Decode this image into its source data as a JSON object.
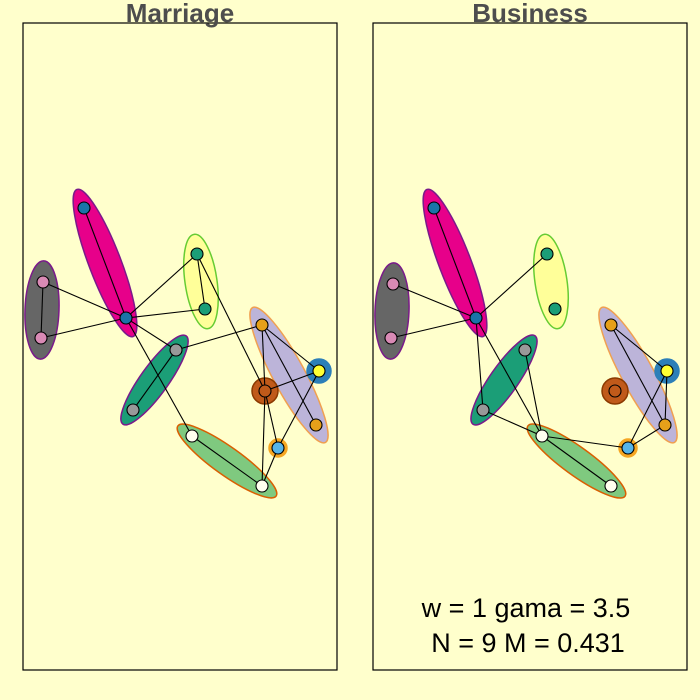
{
  "panels": [
    {
      "title": "Marriage",
      "groups": [
        {
          "name": "group-gray",
          "fill": "#666666",
          "stroke": "#7a1a8a",
          "members": [
            "n1",
            "n2"
          ]
        },
        {
          "name": "group-magenta",
          "fill": "#e7008a",
          "stroke": "#7a1a8a",
          "members": [
            "n3",
            "n4"
          ]
        },
        {
          "name": "group-yellow",
          "fill": "#ffff99",
          "stroke": "#66cc33",
          "members": [
            "n5",
            "n6"
          ]
        },
        {
          "name": "group-teal",
          "fill": "#1b9e77",
          "stroke": "#7a1a8a",
          "members": [
            "n7",
            "n8"
          ]
        },
        {
          "name": "group-lavender",
          "fill": "#bcb4d9",
          "stroke": "#f0a050",
          "members": [
            "n10",
            "n13"
          ]
        },
        {
          "name": "group-blue-ring",
          "fill": "#2c7fb8",
          "stroke": "#2c7fb8",
          "members": [
            "n11"
          ]
        },
        {
          "name": "group-orange-ring",
          "fill": "#f5a623",
          "stroke": "#f5a623",
          "members": [
            "n12"
          ]
        },
        {
          "name": "group-rust",
          "fill": "#c05a1a",
          "stroke": "#8b3a00",
          "members": [
            "n9"
          ]
        },
        {
          "name": "group-green",
          "fill": "#7fc97f",
          "stroke": "#d95f02",
          "members": [
            "n14",
            "n15"
          ]
        }
      ],
      "nodes": [
        {
          "id": "n1",
          "color": "#d98ab5"
        },
        {
          "id": "n2",
          "color": "#d98ab5"
        },
        {
          "id": "n3",
          "color": "#1a74a8"
        },
        {
          "id": "n4",
          "color": "#1a74a8"
        },
        {
          "id": "n5",
          "color": "#1b9e77"
        },
        {
          "id": "n6",
          "color": "#1b9e77"
        },
        {
          "id": "n7",
          "color": "#999999"
        },
        {
          "id": "n8",
          "color": "#999999"
        },
        {
          "id": "n9",
          "color": "#c05a1a"
        },
        {
          "id": "n10",
          "color": "#e6a01a"
        },
        {
          "id": "n11",
          "color": "#ffff33"
        },
        {
          "id": "n12",
          "color": "#56b4e9"
        },
        {
          "id": "n13",
          "color": "#e6a01a"
        },
        {
          "id": "n14",
          "color": "#ffffee"
        },
        {
          "id": "n15",
          "color": "#ffffee"
        }
      ],
      "edges": [
        [
          "n1",
          "n2"
        ],
        [
          "n1",
          "n4"
        ],
        [
          "n2",
          "n4"
        ],
        [
          "n3",
          "n4"
        ],
        [
          "n4",
          "n5"
        ],
        [
          "n4",
          "n6"
        ],
        [
          "n4",
          "n8"
        ],
        [
          "n4",
          "n14"
        ],
        [
          "n5",
          "n6"
        ],
        [
          "n5",
          "n9"
        ],
        [
          "n8",
          "n10"
        ],
        [
          "n8",
          "n7"
        ],
        [
          "n9",
          "n10"
        ],
        [
          "n9",
          "n11"
        ],
        [
          "n9",
          "n12"
        ],
        [
          "n9",
          "n15"
        ],
        [
          "n10",
          "n11"
        ],
        [
          "n10",
          "n13"
        ],
        [
          "n11",
          "n12"
        ],
        [
          "n12",
          "n15"
        ],
        [
          "n14",
          "n15"
        ]
      ]
    },
    {
      "title": "Business",
      "groups": [
        {
          "name": "group-gray",
          "fill": "#666666",
          "stroke": "#7a1a8a",
          "members": [
            "n1",
            "n2"
          ]
        },
        {
          "name": "group-magenta",
          "fill": "#e7008a",
          "stroke": "#7a1a8a",
          "members": [
            "n3",
            "n4"
          ]
        },
        {
          "name": "group-yellow",
          "fill": "#ffff99",
          "stroke": "#66cc33",
          "members": [
            "n5",
            "n6"
          ]
        },
        {
          "name": "group-teal",
          "fill": "#1b9e77",
          "stroke": "#7a1a8a",
          "members": [
            "n7",
            "n8"
          ]
        },
        {
          "name": "group-lavender",
          "fill": "#bcb4d9",
          "stroke": "#f0a050",
          "members": [
            "n10",
            "n13"
          ]
        },
        {
          "name": "group-blue-ring",
          "fill": "#2c7fb8",
          "stroke": "#2c7fb8",
          "members": [
            "n11"
          ]
        },
        {
          "name": "group-orange-ring",
          "fill": "#f5a623",
          "stroke": "#f5a623",
          "members": [
            "n12"
          ]
        },
        {
          "name": "group-rust",
          "fill": "#c05a1a",
          "stroke": "#8b3a00",
          "members": [
            "n9"
          ]
        },
        {
          "name": "group-green",
          "fill": "#7fc97f",
          "stroke": "#d95f02",
          "members": [
            "n14",
            "n15"
          ]
        }
      ],
      "nodes": [
        {
          "id": "n1",
          "color": "#d98ab5"
        },
        {
          "id": "n2",
          "color": "#d98ab5"
        },
        {
          "id": "n3",
          "color": "#1a74a8"
        },
        {
          "id": "n4",
          "color": "#1a74a8"
        },
        {
          "id": "n5",
          "color": "#1b9e77"
        },
        {
          "id": "n6",
          "color": "#1b9e77"
        },
        {
          "id": "n7",
          "color": "#999999"
        },
        {
          "id": "n8",
          "color": "#999999"
        },
        {
          "id": "n9",
          "color": "#c05a1a"
        },
        {
          "id": "n10",
          "color": "#e6a01a"
        },
        {
          "id": "n11",
          "color": "#ffff33"
        },
        {
          "id": "n12",
          "color": "#56b4e9"
        },
        {
          "id": "n13",
          "color": "#e6a01a"
        },
        {
          "id": "n14",
          "color": "#ffffee"
        },
        {
          "id": "n15",
          "color": "#ffffee"
        }
      ],
      "edges": [
        [
          "n1",
          "n4"
        ],
        [
          "n2",
          "n4"
        ],
        [
          "n3",
          "n4"
        ],
        [
          "n4",
          "n5"
        ],
        [
          "n4",
          "n7"
        ],
        [
          "n4",
          "n14"
        ],
        [
          "n7",
          "n14"
        ],
        [
          "n8",
          "n14"
        ],
        [
          "n10",
          "n11"
        ],
        [
          "n10",
          "n13"
        ],
        [
          "n11",
          "n13"
        ],
        [
          "n11",
          "n12"
        ],
        [
          "n12",
          "n13"
        ],
        [
          "n12",
          "n14"
        ],
        [
          "n14",
          "n15"
        ]
      ]
    }
  ],
  "stats": {
    "line1": "w = 1 gama = 3.5",
    "line2": "N = 9 M = 0.431"
  }
}
